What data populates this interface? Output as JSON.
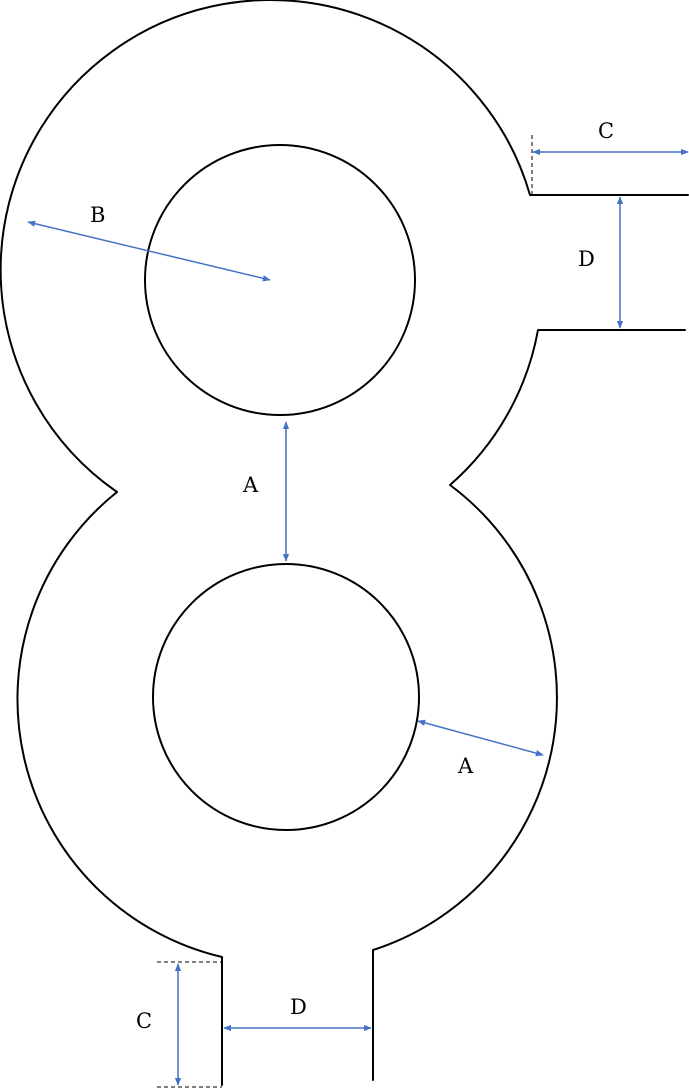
{
  "colors": {
    "outline": "#000000",
    "dimension": "#4472C4",
    "background": "#ffffff"
  },
  "labels": {
    "gap_between_holes": "A",
    "ring_width": "A",
    "outer_radius": "B",
    "right_channel_length": "C",
    "right_channel_width": "D",
    "bottom_channel_length": "C",
    "bottom_channel_width": "D"
  }
}
